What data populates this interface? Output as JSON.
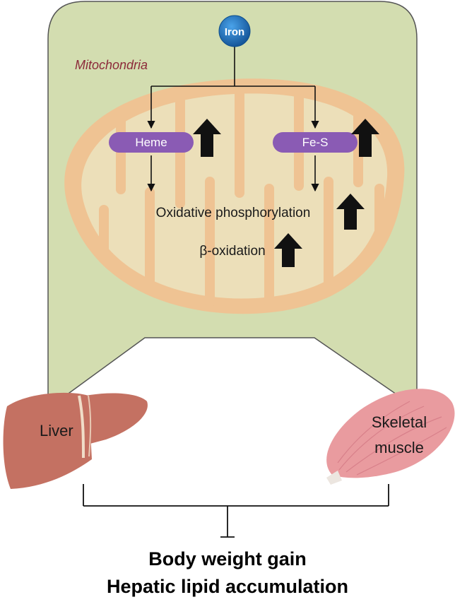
{
  "top_node": {
    "label": "Iron"
  },
  "compartment": {
    "label": "Mitochondria"
  },
  "cofactors": [
    {
      "label": "Heme",
      "trend": "up"
    },
    {
      "label": "Fe-S",
      "trend": "up"
    }
  ],
  "processes": [
    {
      "label": "Oxidative phosphorylation",
      "trend": "up"
    },
    {
      "label": "β-oxidation",
      "trend": "up"
    }
  ],
  "tissues": [
    {
      "label": "Liver"
    },
    {
      "label": "Skeletal muscle",
      "lines": [
        "Skeletal",
        "muscle"
      ]
    }
  ],
  "outcomes": [
    "Body weight gain",
    "Hepatic lipid accumulation"
  ],
  "colors": {
    "panel": "#d3ddb0",
    "mito_outer": "#efc393",
    "mito_inner": "#ecdfb9",
    "iron": "#1e6fb8",
    "pill": "#8a5bb4",
    "mito_label": "#8c2a3a",
    "liver": "#c47162",
    "muscle": "#e99b9f"
  }
}
